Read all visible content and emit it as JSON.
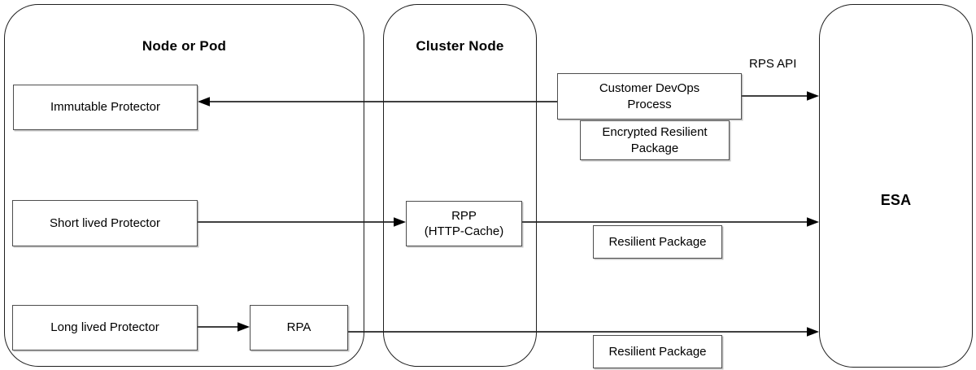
{
  "titles": {
    "node_pod": "Node or Pod",
    "cluster_node": "Cluster Node",
    "esa": "ESA"
  },
  "boxes": {
    "immutable_protector": "Immutable Protector",
    "short_lived_protector": "Short lived Protector",
    "long_lived_protector": "Long lived Protector",
    "rpa": "RPA",
    "rpp": "RPP\n(HTTP-Cache)",
    "customer_devops": "Customer DevOps\nProcess",
    "encrypted_resilient_package": "Encrypted Resilient\nPackage",
    "resilient_package_mid": "Resilient Package",
    "resilient_package_bottom": "Resilient Package"
  },
  "labels": {
    "rps_api": "RPS API"
  },
  "edges": [
    {
      "from": "Customer DevOps Process",
      "to": "Immutable Protector",
      "label": ""
    },
    {
      "from": "Customer DevOps Process",
      "to": "ESA",
      "label": "RPS API"
    },
    {
      "from": "Short lived Protector",
      "to": "RPP (HTTP-Cache)",
      "label": ""
    },
    {
      "from": "RPP (HTTP-Cache)",
      "to": "ESA",
      "label": "Resilient Package"
    },
    {
      "from": "Long lived Protector",
      "to": "RPA",
      "label": ""
    },
    {
      "from": "RPA",
      "to": "ESA",
      "label": "Resilient Package"
    }
  ],
  "colors": {
    "background": "#ffffff",
    "container_border": "#1f1f1f",
    "box_border": "#4d4d4d",
    "text": "#000000",
    "arrow": "#000000"
  }
}
